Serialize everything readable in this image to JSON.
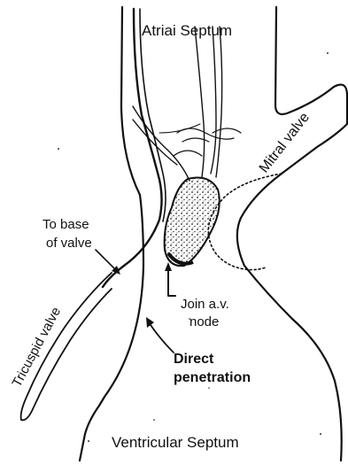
{
  "labels": {
    "atrial_septum": "Atriai Septum",
    "mitral_valve": "Mitral valve",
    "to_base_line1": "To base",
    "to_base_line2": "of valve",
    "tricuspid_valve": "Tricuspid valve",
    "join_line1": "Join a.v.",
    "join_line2": "node",
    "direct_line1": "Direct",
    "direct_line2": "penetration",
    "ventricular_septum": "Ventricular Septum"
  }
}
